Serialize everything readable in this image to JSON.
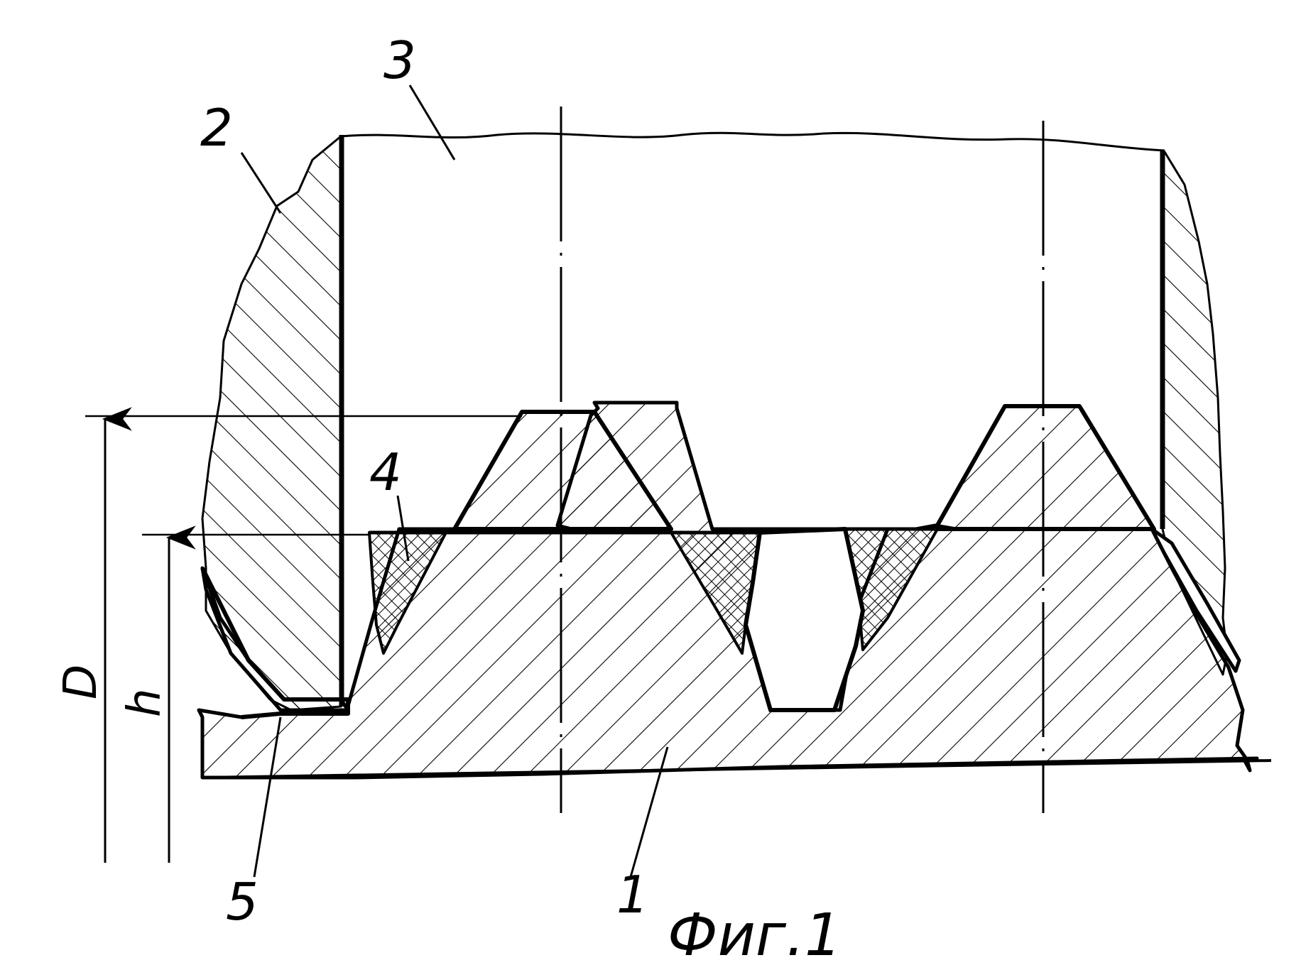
{
  "figure": {
    "caption": "Фиг.1",
    "labels": {
      "l1": "1",
      "l2": "2",
      "l3": "3",
      "l4": "4",
      "l5": "5",
      "dimD": "D",
      "dimH": "h"
    },
    "colors": {
      "ink": "#000000",
      "paper": "#ffffff"
    }
  }
}
